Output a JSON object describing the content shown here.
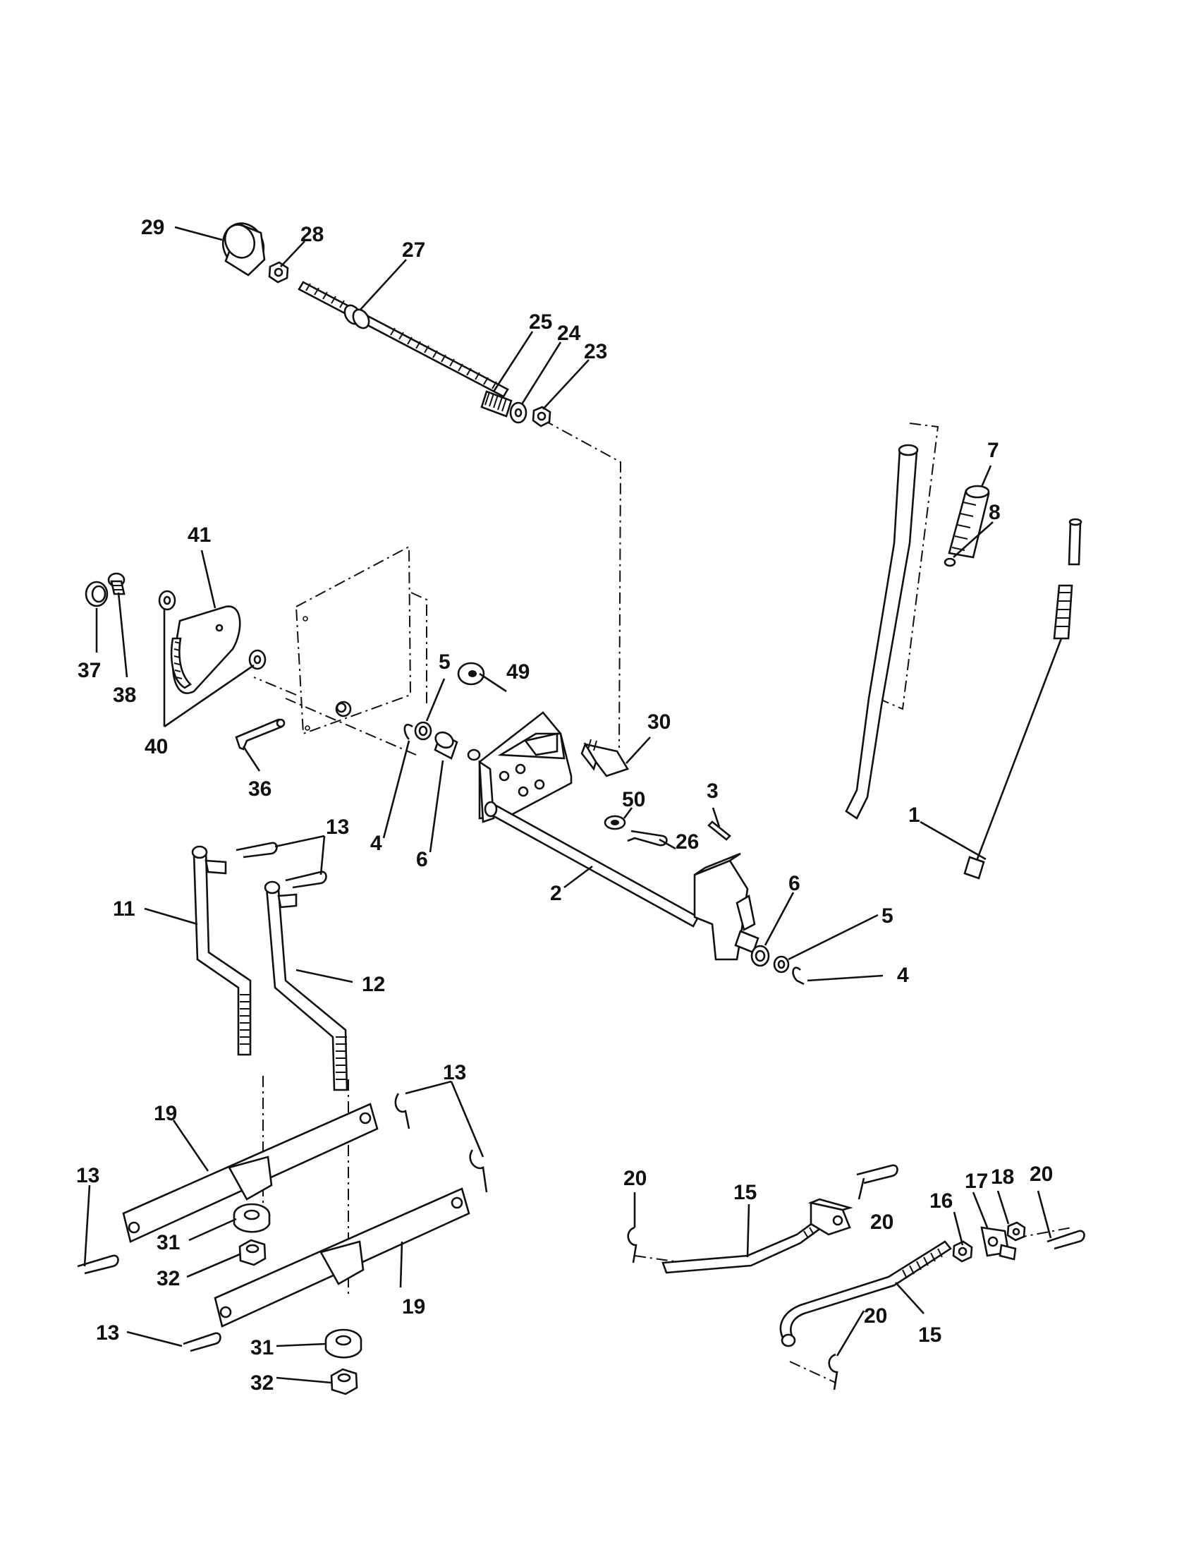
{
  "diagram": {
    "callouts": [
      "29",
      "28",
      "27",
      "25",
      "24",
      "23",
      "7",
      "8",
      "41",
      "37",
      "38",
      "40",
      "36",
      "5",
      "49",
      "30",
      "4",
      "6",
      "50",
      "3",
      "26",
      "2",
      "1",
      "13",
      "11",
      "12",
      "6",
      "5",
      "4",
      "13",
      "19",
      "13",
      "31",
      "32",
      "19",
      "13",
      "31",
      "32",
      "20",
      "15",
      "20",
      "16",
      "17",
      "18",
      "20",
      "20",
      "15"
    ]
  }
}
